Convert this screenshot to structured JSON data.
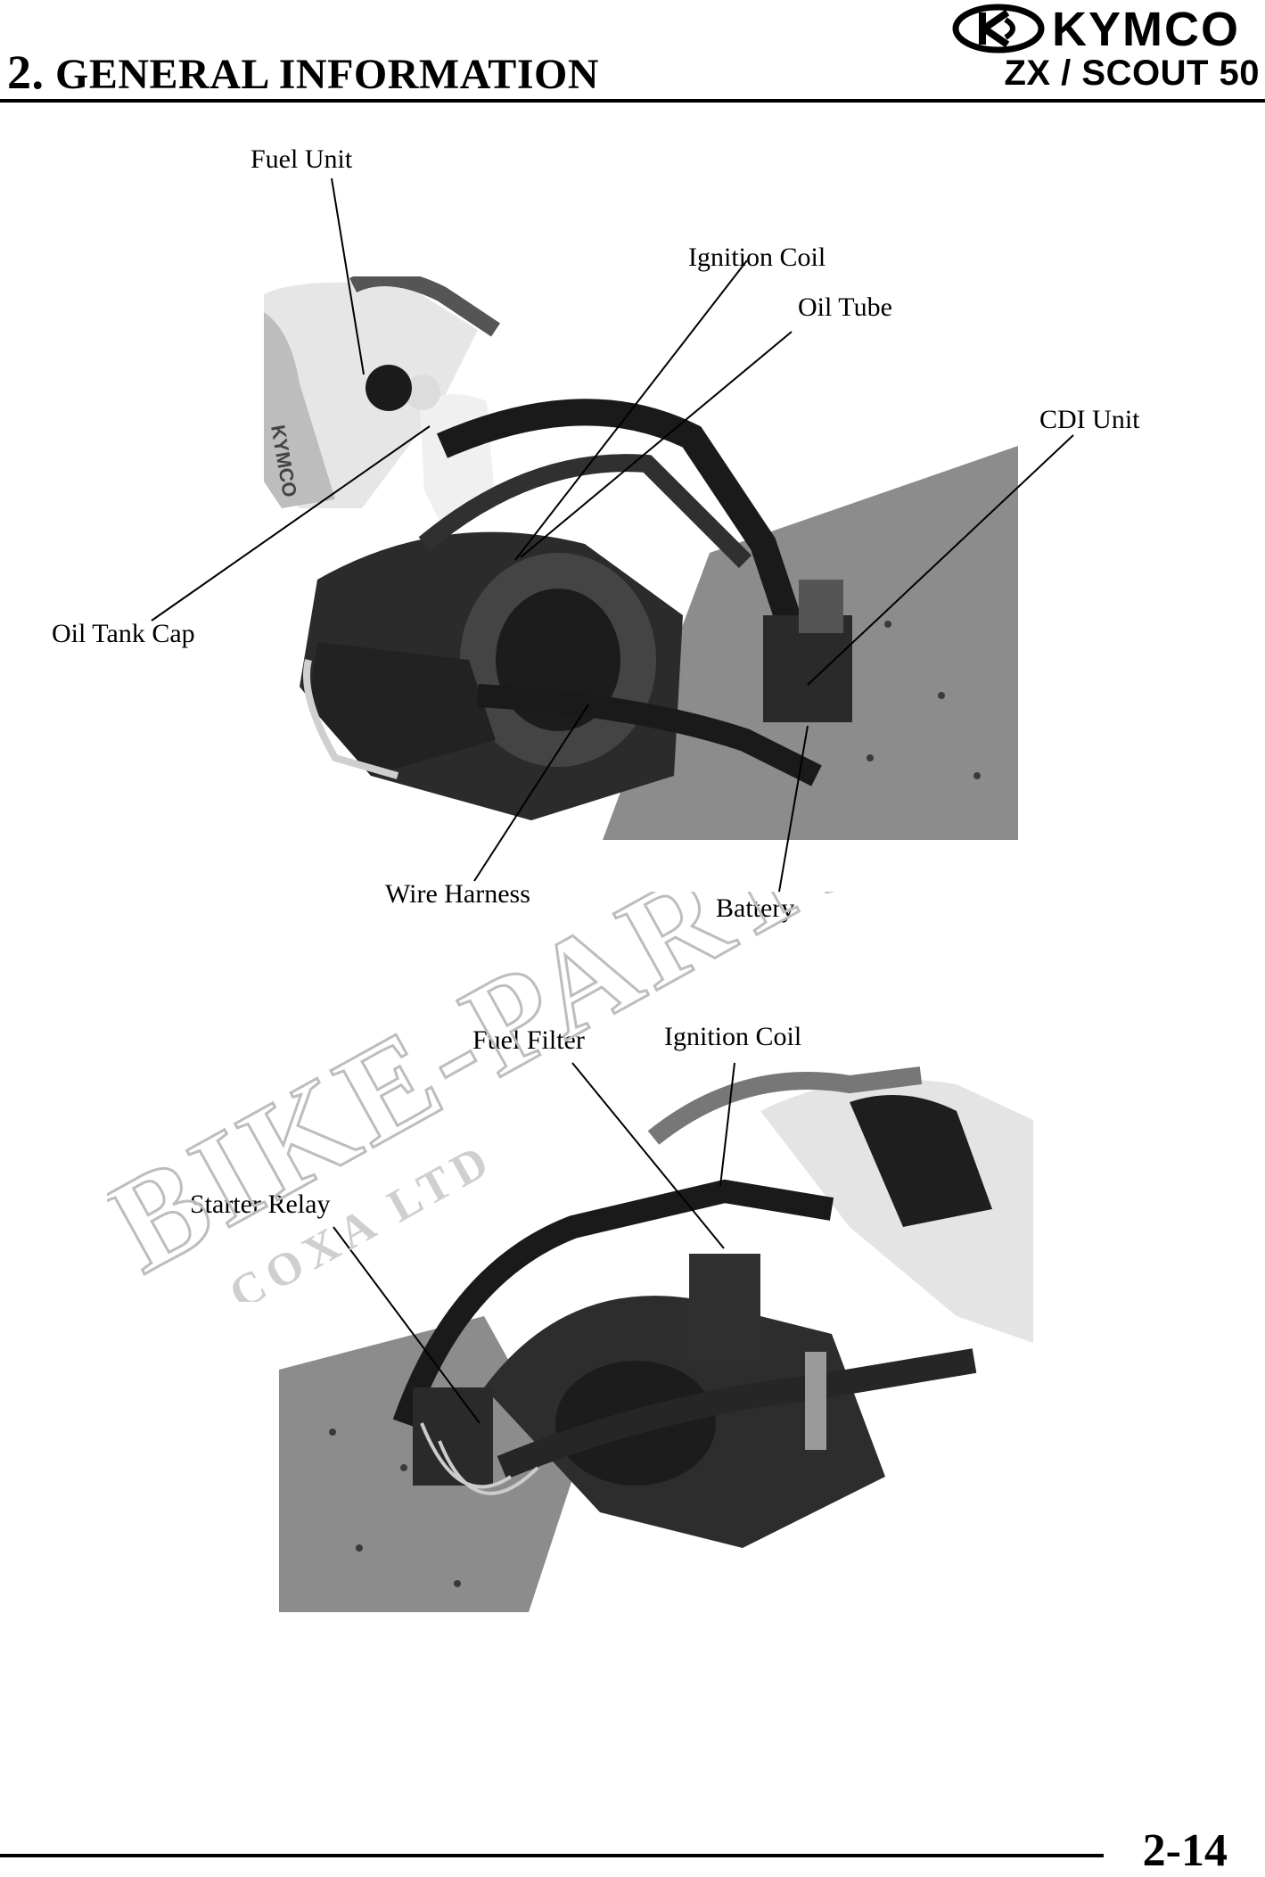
{
  "header": {
    "section_number": "2.",
    "section_title": "GENERAL INFORMATION",
    "brand": "KYMCO",
    "model": "ZX / SCOUT 50"
  },
  "figure_top": {
    "labels": {
      "fuel_unit": "Fuel Unit",
      "ignition_coil": "Ignition Coil",
      "oil_tube": "Oil Tube",
      "cdi_unit": "CDI Unit",
      "oil_tank_cap": "Oil Tank Cap",
      "wire_harness": "Wire Harness",
      "battery": "Battery"
    },
    "photo_text": {
      "body_logo": "KYMCO"
    }
  },
  "figure_bottom": {
    "labels": {
      "fuel_filter": "Fuel Filter",
      "ignition_coil": "Ignition Coil",
      "starter_relay": "Starter Relay"
    }
  },
  "watermark": {
    "main": "BIKE-PARTS",
    "sub": "COXA LTD"
  },
  "footer": {
    "page_number": "2-14"
  },
  "colors": {
    "ink": "#000000",
    "watermark": "#cfcfcf",
    "photo_bg": "#d9d9d9"
  }
}
